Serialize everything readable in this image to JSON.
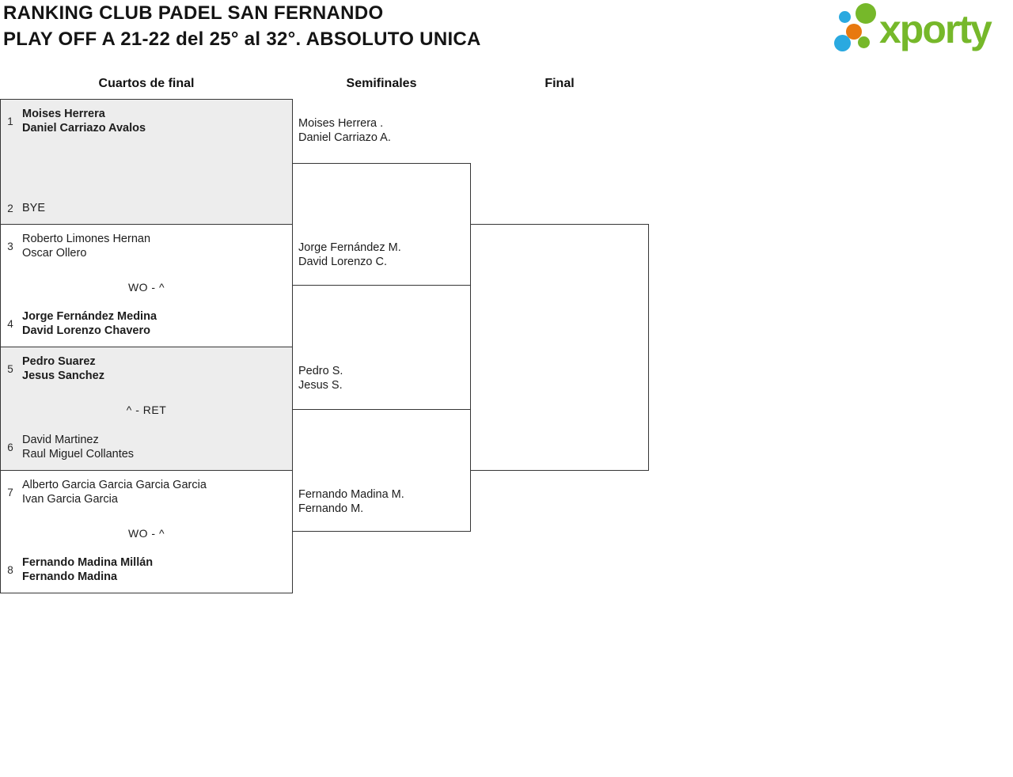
{
  "title": {
    "line1": "RANKING CLUB PADEL SAN FERNANDO",
    "line2": "PLAY OFF A 21-22 del 25° al 32°. ABSOLUTO UNICA"
  },
  "logo": {
    "wordmark": "xporty",
    "colors": {
      "green": "#76b82a",
      "blue": "#2aa9e0",
      "orange": "#e8790f"
    }
  },
  "theme": {
    "border": "#363636",
    "shaded_bg": "#ededed",
    "text": "#1d1d1d"
  },
  "round_headers": [
    {
      "label": "Cuartos de final"
    },
    {
      "label": "Semifinales"
    },
    {
      "label": "Final"
    }
  ],
  "quarterfinals": [
    {
      "team1": {
        "seed": "1",
        "line1": "Moises Herrera",
        "line2": "Daniel Carriazo Avalos"
      },
      "score": "",
      "team2": {
        "seed": "2",
        "line1": "BYE",
        "line2": ""
      }
    },
    {
      "team1": {
        "seed": "3",
        "line1": "Roberto Limones Hernan",
        "line2": "Oscar Ollero"
      },
      "score": "WO - ^",
      "team2": {
        "seed": "4",
        "line1": "Jorge Fernández Medina",
        "line2": "David Lorenzo Chavero"
      }
    },
    {
      "team1": {
        "seed": "5",
        "line1": "Pedro Suarez",
        "line2": "Jesus Sanchez"
      },
      "score": "^ - RET",
      "team2": {
        "seed": "6",
        "line1": "David Martinez",
        "line2": "Raul Miguel Collantes"
      }
    },
    {
      "team1": {
        "seed": "7",
        "line1": "Alberto Garcia Garcia Garcia Garcia",
        "line2": "Ivan Garcia Garcia"
      },
      "score": "WO - ^",
      "team2": {
        "seed": "8",
        "line1": "Fernando Madina Millán",
        "line2": "Fernando Madina"
      }
    }
  ],
  "semifinals": [
    {
      "team1": {
        "line1": "Moises Herrera .",
        "line2": "Daniel Carriazo A."
      },
      "team2": {
        "line1": "Jorge Fernández M.",
        "line2": "David Lorenzo C."
      }
    },
    {
      "team1": {
        "line1": "Pedro S.",
        "line2": "Jesus S."
      },
      "team2": {
        "line1": "Fernando Madina M.",
        "line2": "Fernando M."
      }
    }
  ]
}
